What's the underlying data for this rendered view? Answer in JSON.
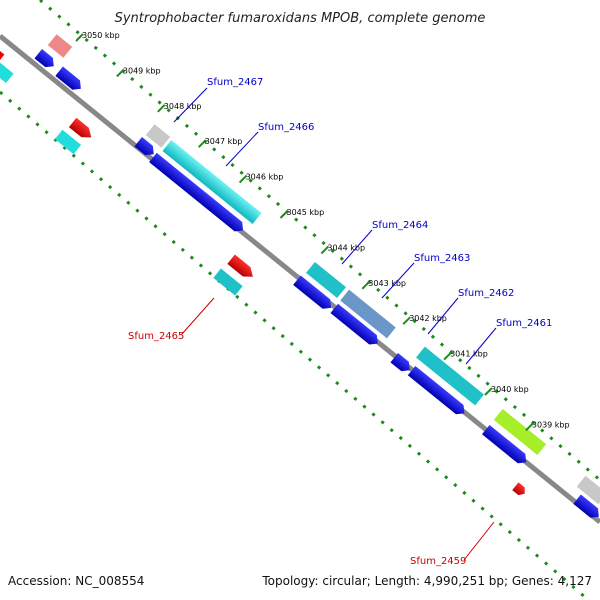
{
  "title": "Syntrophobacter fumaroxidans MPOB, complete genome",
  "footer": {
    "accession": "Accession: NC_008554",
    "summary": "Topology: circular; Length: 4,990,251 bp; Genes: 4,127"
  },
  "ticks": [
    "3050 kbp",
    "3049 kbp",
    "3048 kbp",
    "3047 kbp",
    "3046 kbp",
    "3045 kbp",
    "3044 kbp",
    "3043 kbp",
    "3042 kbp",
    "3041 kbp",
    "3040 kbp",
    "3039 kbp"
  ],
  "gene_labels": {
    "sfum_2467": "Sfum_2467",
    "sfum_2466": "Sfum_2466",
    "sfum_2464": "Sfum_2464",
    "sfum_2463": "Sfum_2463",
    "sfum_2462": "Sfum_2462",
    "sfum_2461": "Sfum_2461",
    "sfum_2465": "Sfum_2465",
    "sfum_2459": "Sfum_2459"
  },
  "colors": {
    "backbone": "#808080",
    "dots": "#1e8a1e",
    "cds": "#0000ee",
    "cyan": "#22dddd",
    "teal": "#20c0c8",
    "red": "#ee0000",
    "pink": "#ee8888",
    "grey": "#c8c8c8",
    "lime": "#a6ee2a",
    "steel": "#6a96c8",
    "label_fwd": "#0000cc",
    "label_rev": "#cc0000"
  }
}
